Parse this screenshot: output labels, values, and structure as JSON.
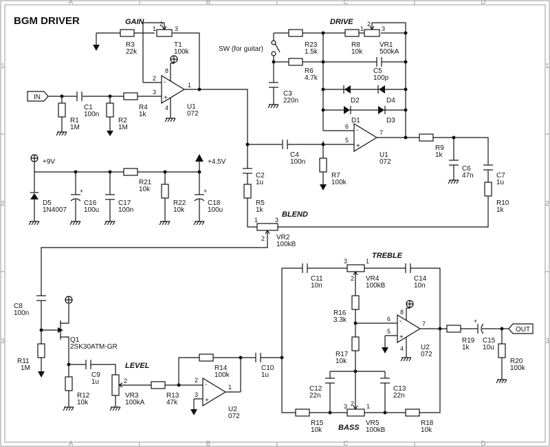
{
  "title": "BGM DRIVER",
  "frame": {
    "cols": [
      "A",
      "B",
      "C",
      "D"
    ],
    "rows": [
      "1",
      "2",
      "3"
    ]
  },
  "sections": {
    "gain": "GAIN",
    "drive": "DRIVE",
    "blend": "BLEND",
    "treble": "TREBLE",
    "bass": "BASS",
    "level": "LEVEL"
  },
  "ports": {
    "in": "IN",
    "out": "OUT"
  },
  "power": {
    "v9": "+9V",
    "v45": "+4.5V"
  },
  "switch": "SW (for guitar)",
  "components": {
    "R1": {
      "ref": "R1",
      "val": "1M"
    },
    "R2": {
      "ref": "R2",
      "val": "1M"
    },
    "R3": {
      "ref": "R3",
      "val": "22k"
    },
    "R4": {
      "ref": "R4",
      "val": "1k"
    },
    "R5": {
      "ref": "R5",
      "val": "1k"
    },
    "R6": {
      "ref": "R6",
      "val": "4.7k"
    },
    "R7": {
      "ref": "R7",
      "val": "100k"
    },
    "R8": {
      "ref": "R8",
      "val": "10k"
    },
    "R9": {
      "ref": "R9",
      "val": "1k"
    },
    "R10": {
      "ref": "R10",
      "val": "1k"
    },
    "R11": {
      "ref": "R11",
      "val": "1M"
    },
    "R12": {
      "ref": "R12",
      "val": "10k"
    },
    "R13": {
      "ref": "R13",
      "val": "47k"
    },
    "R14": {
      "ref": "R14",
      "val": "100k"
    },
    "R15": {
      "ref": "R15",
      "val": "10k"
    },
    "R16": {
      "ref": "R16",
      "val": "3.3k"
    },
    "R17": {
      "ref": "R17",
      "val": "10k"
    },
    "R18": {
      "ref": "R18",
      "val": "10k"
    },
    "R19": {
      "ref": "R19",
      "val": "1k"
    },
    "R20": {
      "ref": "R20",
      "val": "100k"
    },
    "R21": {
      "ref": "R21",
      "val": "10k"
    },
    "R22": {
      "ref": "R22",
      "val": "10k"
    },
    "R23": {
      "ref": "R23",
      "val": "1.5k"
    },
    "C1": {
      "ref": "C1",
      "val": "100n"
    },
    "C2": {
      "ref": "C2",
      "val": "1u"
    },
    "C3": {
      "ref": "C3",
      "val": "220n"
    },
    "C4": {
      "ref": "C4",
      "val": "100n"
    },
    "C5": {
      "ref": "C5",
      "val": "100p"
    },
    "C6": {
      "ref": "C6",
      "val": "47n"
    },
    "C7": {
      "ref": "C7",
      "val": "1u"
    },
    "C8": {
      "ref": "C8",
      "val": "100n"
    },
    "C9": {
      "ref": "C9",
      "val": "1u"
    },
    "C10": {
      "ref": "C10",
      "val": "1u"
    },
    "C11": {
      "ref": "C11",
      "val": "10n"
    },
    "C12": {
      "ref": "C12",
      "val": "22n"
    },
    "C13": {
      "ref": "C13",
      "val": "22n"
    },
    "C14": {
      "ref": "C14",
      "val": "10n"
    },
    "C15": {
      "ref": "C15",
      "val": "10u"
    },
    "C16": {
      "ref": "C16",
      "val": "100u"
    },
    "C17": {
      "ref": "C17",
      "val": "100n"
    },
    "C18": {
      "ref": "C18",
      "val": "100u"
    },
    "D1": {
      "ref": "D1"
    },
    "D2": {
      "ref": "D2"
    },
    "D3": {
      "ref": "D3"
    },
    "D4": {
      "ref": "D4"
    },
    "D5": {
      "ref": "D5",
      "val": "1N4007"
    },
    "U1A": {
      "ref": "U1",
      "val": "072"
    },
    "U1B": {
      "ref": "U1",
      "val": "072"
    },
    "U2A": {
      "ref": "U2",
      "val": "072"
    },
    "U2B": {
      "ref": "U2",
      "val": "072"
    },
    "Q1": {
      "ref": "Q1",
      "val": "2SK30ATM-GR"
    },
    "T1": {
      "ref": "T1",
      "val": "100k"
    },
    "VR1": {
      "ref": "VR1",
      "val": "500kA"
    },
    "VR2": {
      "ref": "VR2",
      "val": "100kB"
    },
    "VR3": {
      "ref": "VR3",
      "val": "100kA"
    },
    "VR4": {
      "ref": "VR4",
      "val": "100kB"
    },
    "VR5": {
      "ref": "VR5",
      "val": "100kB"
    }
  },
  "pins": {
    "u1a": {
      "inv": "2",
      "non": "3",
      "out": "1",
      "vp": "8",
      "vn": "4"
    },
    "u1b": {
      "inv": "6",
      "non": "5",
      "out": "7"
    },
    "u2a": {
      "inv": "2",
      "non": "3",
      "out": "1"
    },
    "u2b": {
      "inv": "6",
      "non": "5",
      "out": "7",
      "vp": "8",
      "vn": "4"
    },
    "t1": {
      "p1": "1",
      "p2": "2",
      "p3": "3"
    },
    "vr1": {
      "p1": "1",
      "p2": "2",
      "p3": "3"
    },
    "vr2": {
      "p1": "1",
      "p2": "2",
      "p3": "3"
    },
    "vr3": {
      "p2": "2"
    },
    "vr4": {
      "p1": "1",
      "p2": "2",
      "p3": "3"
    },
    "vr5": {
      "p1": "1",
      "p2": "2",
      "p3": "3"
    },
    "plus": "+",
    "minus": "-"
  }
}
